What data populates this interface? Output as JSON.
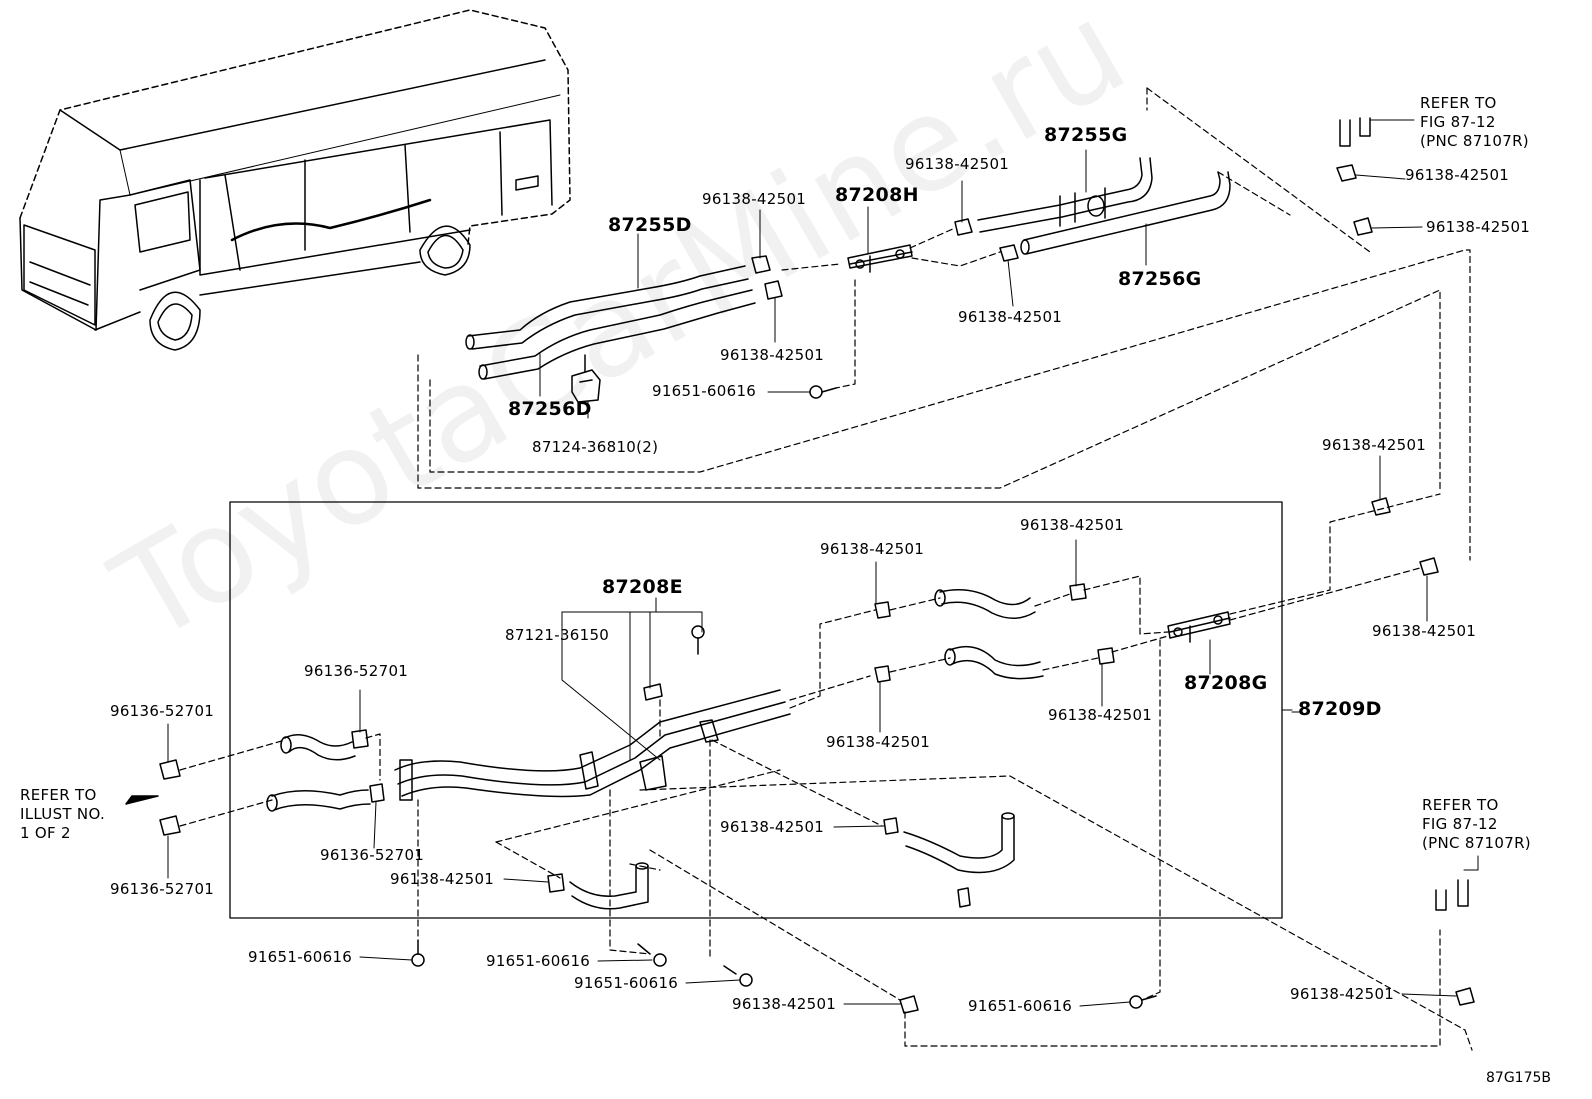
{
  "watermark": "ToyotaCarMine.ru",
  "figure_id": "87G175B",
  "main_labels": {
    "p87255D": "87255D",
    "p87256D": "87256D",
    "p87208H": "87208H",
    "p87255G": "87255G",
    "p87256G": "87256G",
    "p87208E": "87208E",
    "p87208G": "87208G",
    "p87209D": "87209D"
  },
  "part_numbers": {
    "clamp": "96138-42501",
    "clamp_small": "96136-52701",
    "bolt": "91651-60616",
    "clamp_holder": "87124-36810(2)",
    "bracket": "87121-36150"
  },
  "notes": {
    "refer_fig_top": "REFER TO\nFIG 87-12\n(PNC 87107R)",
    "refer_fig_bottom": "REFER TO\nFIG 87-12\n(PNC 87107R)",
    "refer_illust": "REFER TO\nILLUST NO.\n1 OF 2"
  }
}
